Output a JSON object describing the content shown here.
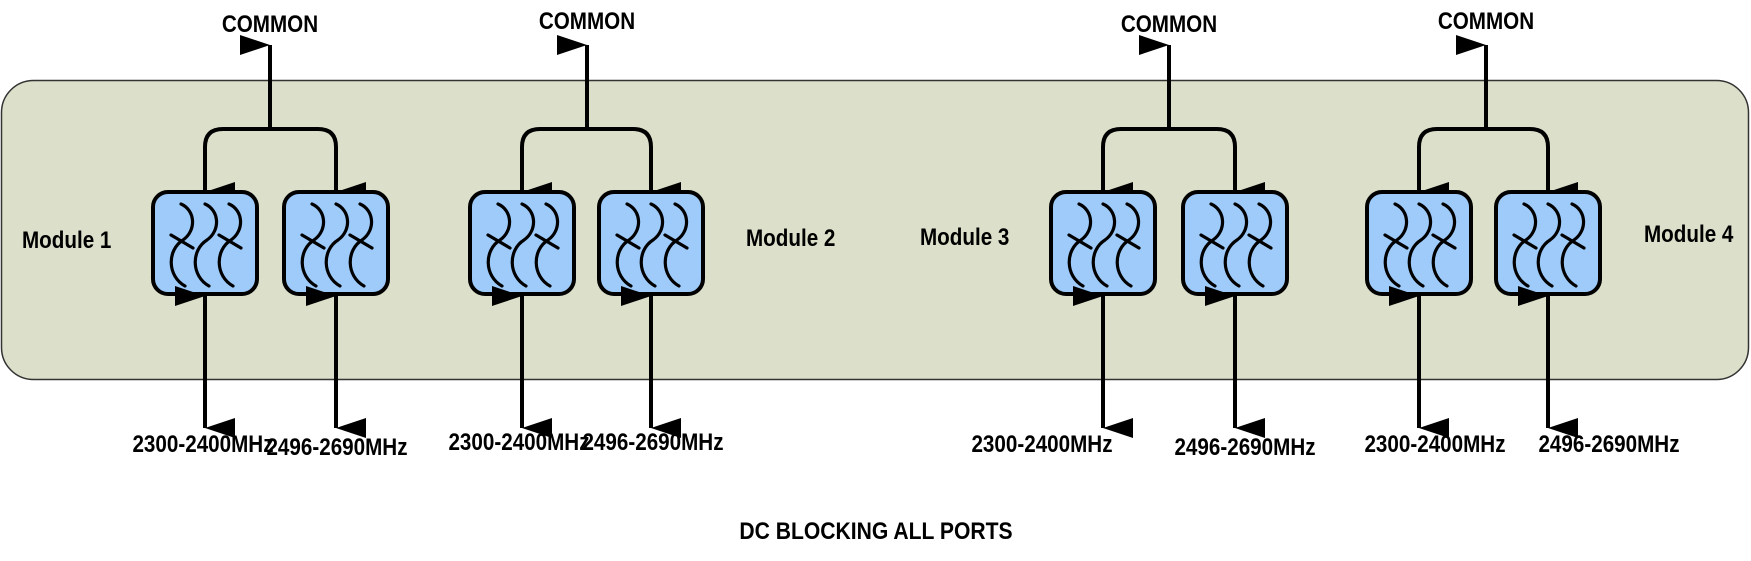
{
  "colors": {
    "panel_fill": "#dcdfc9",
    "panel_stroke": "#333333",
    "filter_fill": "#9ecbfa",
    "line": "#000000"
  },
  "footer": {
    "note": "DC BLOCKING ALL PORTS"
  },
  "modules": [
    {
      "name": "Module 1",
      "common_label": "COMMON",
      "filters": [
        {
          "icon": "bandpass-filter-icon",
          "port_label": "2300-2400MHz"
        },
        {
          "icon": "bandpass-filter-icon",
          "port_label": "2496-2690MHz"
        }
      ]
    },
    {
      "name": "Module 2",
      "common_label": "COMMON",
      "filters": [
        {
          "icon": "bandpass-filter-icon",
          "port_label": "2300-2400MHz"
        },
        {
          "icon": "bandpass-filter-icon",
          "port_label": "2496-2690MHz"
        }
      ]
    },
    {
      "name": "Module 3",
      "common_label": "COMMON",
      "filters": [
        {
          "icon": "bandpass-filter-icon",
          "port_label": "2300-2400MHz"
        },
        {
          "icon": "bandpass-filter-icon",
          "port_label": "2496-2690MHz"
        }
      ]
    },
    {
      "name": "Module 4",
      "common_label": "COMMON",
      "filters": [
        {
          "icon": "bandpass-filter-icon",
          "port_label": "2300-2400MHz"
        },
        {
          "icon": "bandpass-filter-icon",
          "port_label": "2496-2690MHz"
        }
      ]
    }
  ]
}
